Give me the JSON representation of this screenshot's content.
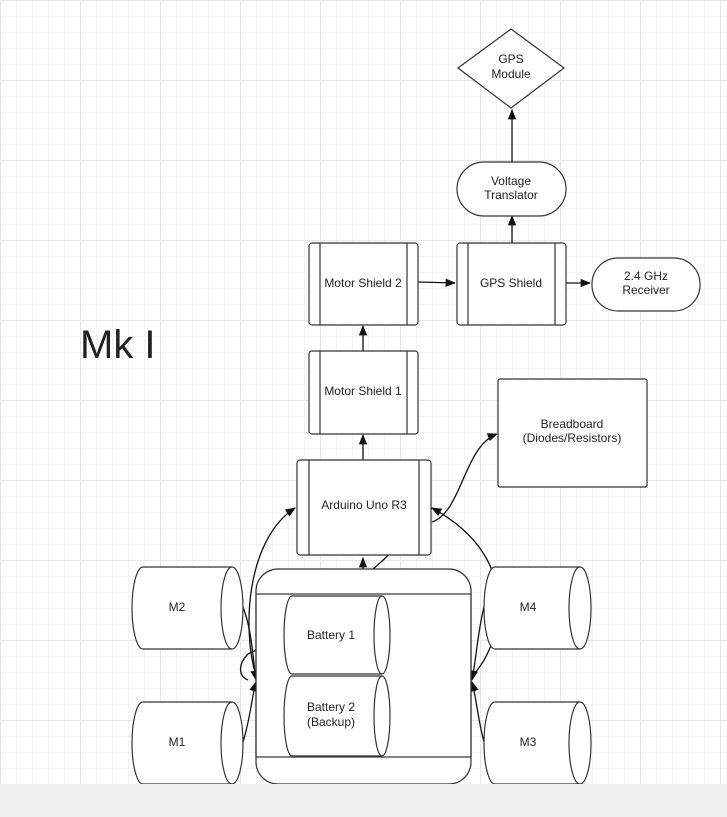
{
  "diagram": {
    "title": "Mk I",
    "nodes": {
      "gps_module": [
        "GPS",
        "Module"
      ],
      "voltage_translator": [
        "Voltage",
        "Translator"
      ],
      "gps_shield": "GPS Shield",
      "receiver": [
        "2.4 GHz",
        "Receiver"
      ],
      "motor_shield_2": "Motor Shield 2",
      "motor_shield_1": "Motor Shield 1",
      "breadboard": [
        "Breadboard",
        "(Diodes/Resistors)"
      ],
      "arduino": "Arduino Uno R3",
      "battery_1": "Battery 1",
      "battery_2": [
        "Battery 2",
        "(Backup)"
      ],
      "m1": "M1",
      "m2": "M2",
      "m3": "M3",
      "m4": "M4"
    },
    "connections": [
      {
        "from": "Voltage Translator",
        "to": "GPS Module"
      },
      {
        "from": "GPS Shield",
        "to": "Voltage Translator"
      },
      {
        "from": "Motor Shield 2",
        "to": "GPS Shield"
      },
      {
        "from": "GPS Shield",
        "to": "2.4 GHz Receiver"
      },
      {
        "from": "Motor Shield 1",
        "to": "Motor Shield 2"
      },
      {
        "from": "Arduino Uno R3",
        "to": "Motor Shield 1"
      },
      {
        "from": "Arduino Uno R3",
        "to": "Breadboard (Diodes/Resistors)"
      },
      {
        "from": "Battery pack",
        "to": "Arduino Uno R3"
      },
      {
        "from": "M1/M2",
        "to": "Battery pack"
      },
      {
        "from": "M3/M4",
        "to": "Battery pack"
      }
    ]
  }
}
